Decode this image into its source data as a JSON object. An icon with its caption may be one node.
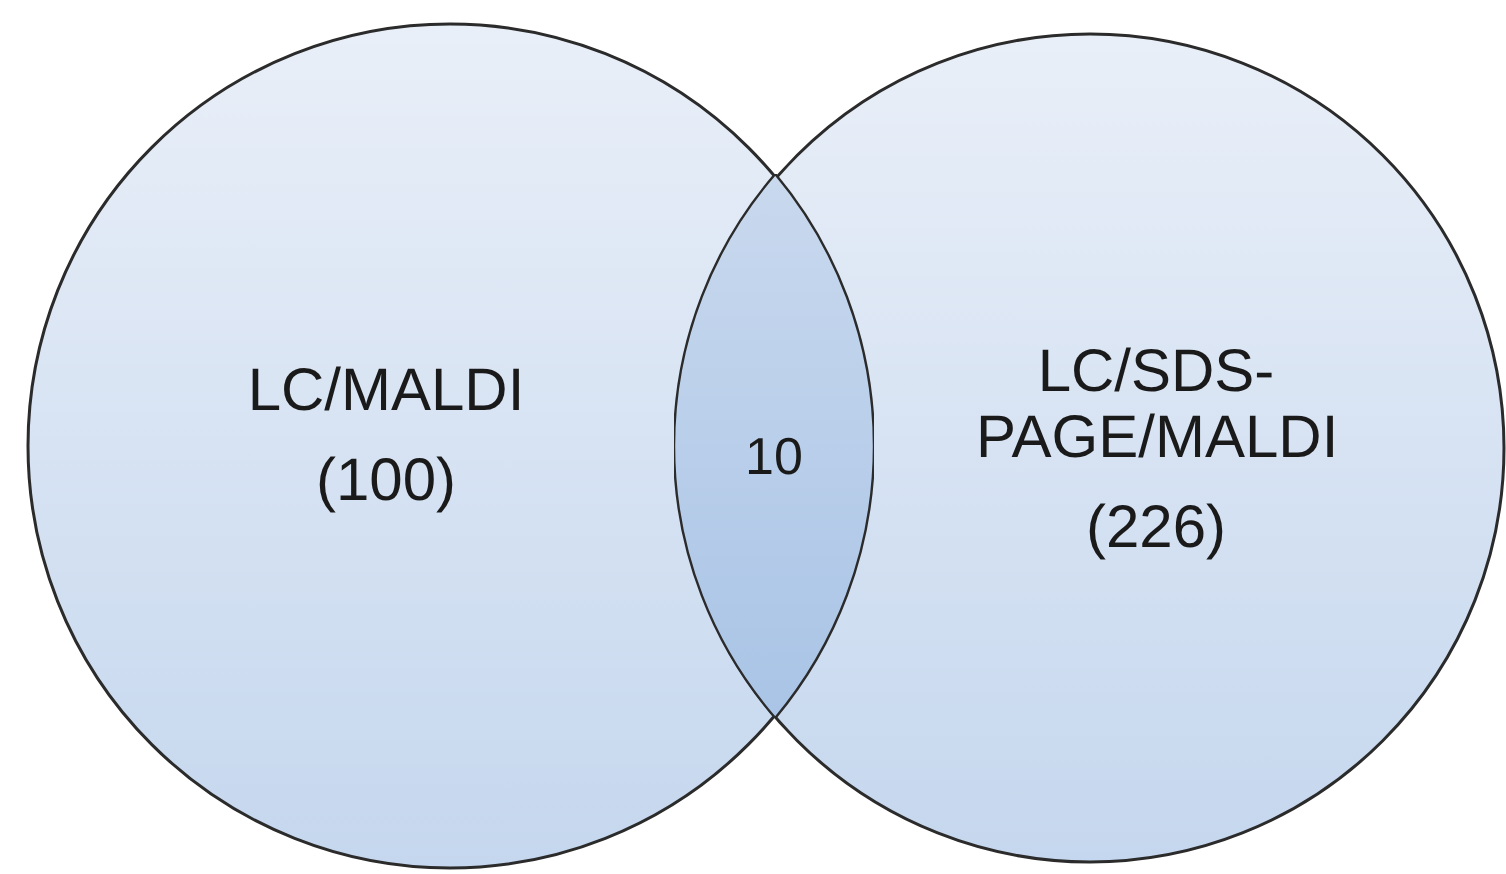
{
  "diagram": {
    "nodes": [
      {
        "text": [
          "LC/MALDI",
          "(100)"
        ]
      },
      {
        "text": [
          "LC/SDS-PAGE/MALDI",
          "(226)"
        ]
      },
      {
        "text": [
          "10"
        ]
      }
    ]
  }
}
